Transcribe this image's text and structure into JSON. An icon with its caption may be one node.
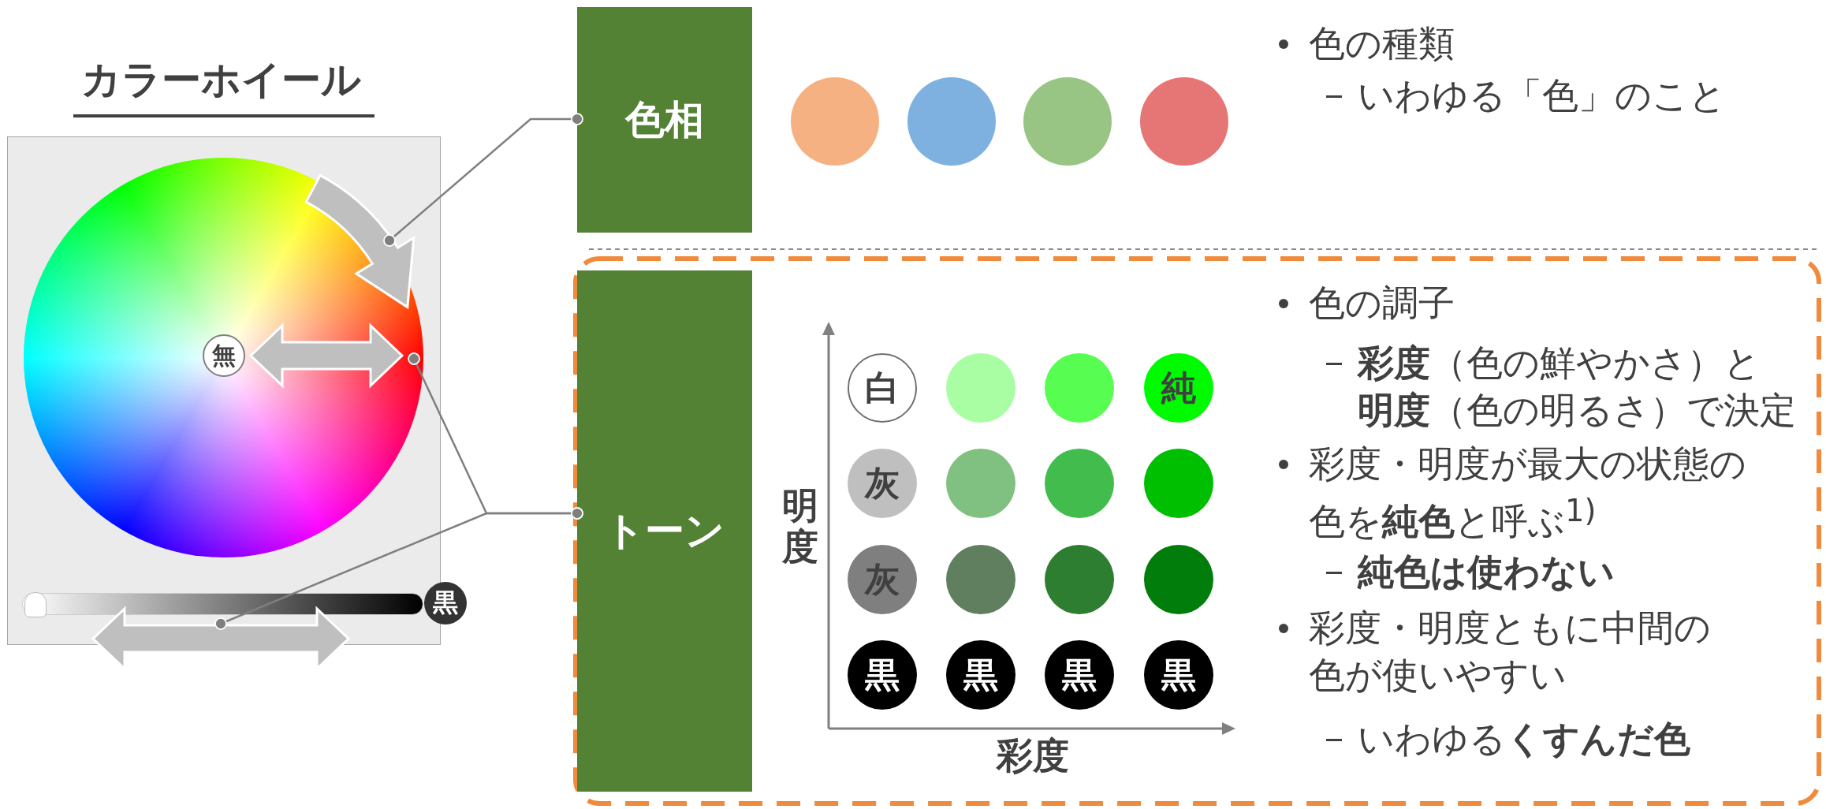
{
  "diagram": {
    "title": "カラーホイール",
    "nodes": [
      {
        "text": [
          "色相"
        ]
      },
      {
        "text": [],
        "shape": "circle"
      },
      {
        "text": [],
        "shape": "circle"
      },
      {
        "text": [],
        "shape": "circle"
      },
      {
        "text": [],
        "shape": "circle"
      },
      {
        "text": [
          "トーン"
        ]
      },
      {
        "text": [
          "白"
        ]
      },
      {
        "text": [],
        "shape": "circle"
      },
      {
        "text": [],
        "shape": "circle"
      },
      {
        "text": [
          "純"
        ]
      },
      {
        "text": [
          "灰"
        ]
      },
      {
        "text": [],
        "shape": "circle"
      },
      {
        "text": [],
        "shape": "circle"
      },
      {
        "text": [],
        "shape": "circle"
      },
      {
        "text": [
          "灰"
        ]
      },
      {
        "text": [],
        "shape": "circle"
      },
      {
        "text": [],
        "shape": "circle"
      },
      {
        "text": [],
        "shape": "circle"
      },
      {
        "text": [
          "黒"
        ]
      },
      {
        "text": [
          "黒"
        ]
      },
      {
        "text": [
          "黒"
        ]
      },
      {
        "text": [
          "黒"
        ]
      },
      {
        "text": [
          "無"
        ]
      },
      {
        "text": [
          "黒"
        ]
      },
      {
        "text": [],
        "shape": "arrow"
      },
      {
        "text": [],
        "shape": "arrow"
      }
    ],
    "edges": [
      {
        "from": 0,
        "to": 24,
        "arrow": "other"
      },
      {
        "from": 5,
        "to": null,
        "arrow": "other"
      },
      {
        "from": 5,
        "to": 25,
        "arrow": "other"
      },
      {
        "from": 22,
        "to": null,
        "arrow": "both"
      }
    ],
    "labels": [
      "色の種類",
      "いわゆる「色」のこと",
      "色の調子",
      "**彩度**（色の鮮やかさ）と**明度**（色の明るさ）で決定",
      "彩度・明度が最大の状態の色を**純色**と呼ぶ$^{1)}$",
      "純色は使わない",
      "彩度・明度ともに中間の色が使いやすい",
      "いわゆる**くすんだ色**",
      "明度",
      "彩度"
    ]
  }
}
